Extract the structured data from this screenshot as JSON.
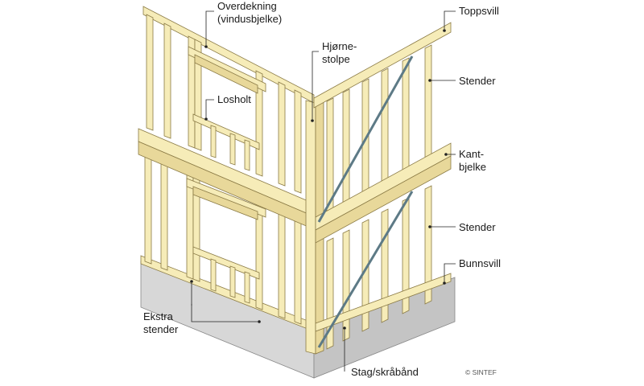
{
  "labels": {
    "overdekning": [
      "Overdekning",
      "(vindusbjelke)"
    ],
    "hjornestolpe": [
      "Hjørne-",
      "stolpe"
    ],
    "losholt": [
      "Losholt"
    ],
    "toppsvill": [
      "Toppsvill"
    ],
    "stender_top": [
      "Stender"
    ],
    "kantbjelke": [
      "Kant-",
      "bjelke"
    ],
    "stender_bottom": [
      "Stender"
    ],
    "bunnsvill": [
      "Bunnsvill"
    ],
    "ekstra_stender": [
      "Ekstra",
      "stender"
    ],
    "stag": [
      "Stag/skråbånd"
    ]
  },
  "credit": "© SINTEF",
  "colors": {
    "wood_light": "#f6ecb8",
    "wood_edge": "#8a7a45",
    "foundation": "#d9d9d9",
    "brace": "#5d7a86",
    "text": "#1a1a1a"
  }
}
